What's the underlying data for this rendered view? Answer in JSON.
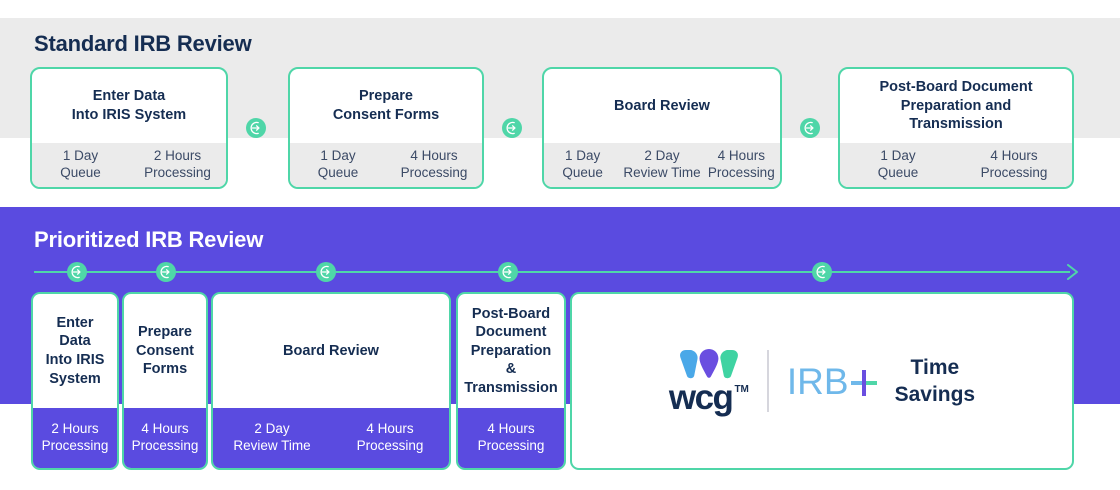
{
  "colors": {
    "accent_green": "#4fd6a8",
    "purple": "#5a4be0",
    "navy_text": "#152d52",
    "gray_band": "#ebebeb",
    "logo_blue": "#4aa8e8",
    "logo_purple": "#6a4ee0",
    "logo_green": "#3fd3a2",
    "irb_blue": "#6fb8ea"
  },
  "standard": {
    "title": "Standard IRB Review",
    "steps": [
      {
        "name": "Enter Data\nInto IRIS System",
        "title_line1": "Enter Data",
        "title_line2": "Into IRIS System",
        "metrics": [
          {
            "value": "1 Day",
            "label": "Queue"
          },
          {
            "value": "2 Hours",
            "label": "Processing"
          }
        ]
      },
      {
        "name": "Prepare Consent Forms",
        "title_line1": "Prepare",
        "title_line2": "Consent Forms",
        "metrics": [
          {
            "value": "1 Day",
            "label": "Queue"
          },
          {
            "value": "4 Hours",
            "label": "Processing"
          }
        ]
      },
      {
        "name": "Board Review",
        "title_line1": "Board Review",
        "title_line2": "",
        "metrics": [
          {
            "value": "1 Day",
            "label": "Queue"
          },
          {
            "value": "2 Day",
            "label": "Review Time"
          },
          {
            "value": "4 Hours",
            "label": "Processing"
          }
        ]
      },
      {
        "name": "Post-Board Document Preparation and Transmission",
        "title_line1": "Post-Board Document",
        "title_line2": "Preparation and",
        "title_line3": "Transmission",
        "metrics": [
          {
            "value": "1 Day",
            "label": "Queue"
          },
          {
            "value": "4 Hours",
            "label": "Processing"
          }
        ]
      }
    ],
    "connector_icon": "arrow-into-circle-icon",
    "connector_count": 3
  },
  "prioritized": {
    "title": "Prioritized IRB Review",
    "timeline": {
      "icon": "arrow-into-circle-icon",
      "node_count": 5,
      "end_arrow": "arrow-right-icon"
    },
    "steps": [
      {
        "name": "Enter Data Into IRIS System",
        "title_line1": "Enter",
        "title_line2": "Data",
        "title_line3": "Into IRIS",
        "title_line4": "System",
        "metrics": [
          {
            "value": "2 Hours",
            "label": "Processing"
          }
        ]
      },
      {
        "name": "Prepare Consent Forms",
        "title_line1": "Prepare",
        "title_line2": "Consent",
        "title_line3": "Forms",
        "metrics": [
          {
            "value": "4 Hours",
            "label": "Processing"
          }
        ]
      },
      {
        "name": "Board Review",
        "title_line1": "Board Review",
        "metrics": [
          {
            "value": "2 Day",
            "label": "Review Time"
          },
          {
            "value": "4 Hours",
            "label": "Processing"
          }
        ]
      },
      {
        "name": "Post-Board Document Preparation & Transmission",
        "title_line1": "Post-Board",
        "title_line2": "Document",
        "title_line3": "Preparation &",
        "title_line4": "Transmission",
        "metrics": [
          {
            "value": "4 Hours",
            "label": "Processing"
          }
        ]
      }
    ],
    "savings_card": {
      "brand_wordmark": "wcg",
      "brand_tm": "TM",
      "product": "IRB",
      "product_plus": "+",
      "headline_line1": "Time",
      "headline_line2": "Savings"
    }
  }
}
